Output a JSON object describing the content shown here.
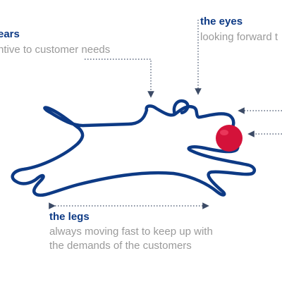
{
  "colors": {
    "dog_line": "#0d3a85",
    "nose": "#d4123a",
    "title_text": "#0d3a85",
    "desc_text": "#9a9a9a",
    "arrow": "#3c4b66"
  },
  "labels": {
    "ears": {
      "title": "ears",
      "description": "ntive to customer needs"
    },
    "eyes": {
      "title": "the eyes",
      "description": "looking forward t"
    },
    "legs": {
      "title": "the legs",
      "description_line1": "always moving fast to keep up with",
      "description_line2": "the demands of the customers"
    }
  }
}
